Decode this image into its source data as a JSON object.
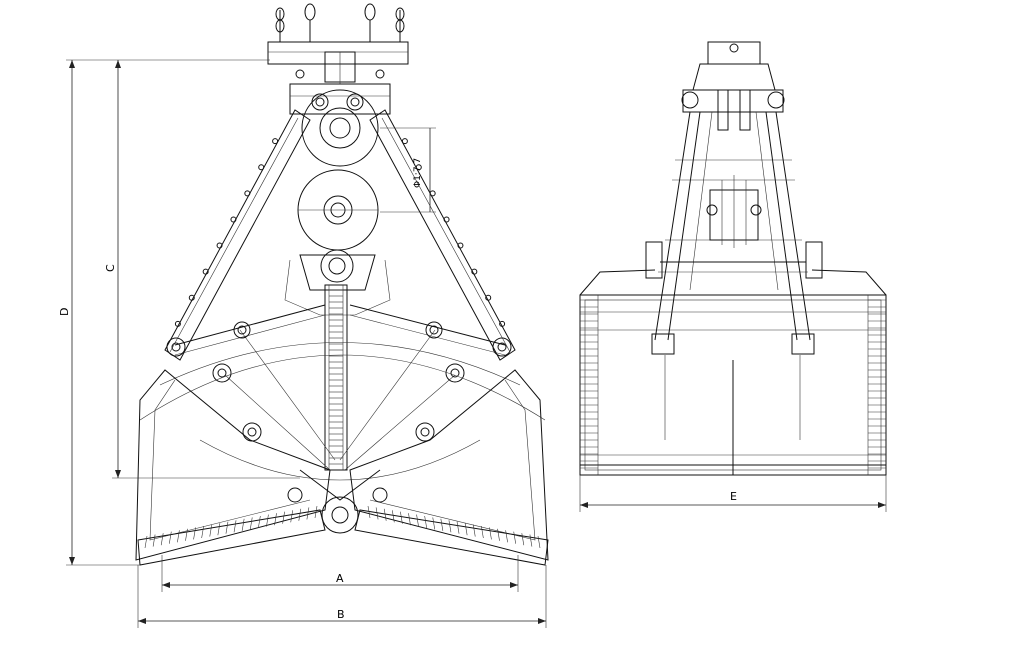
{
  "drawing": {
    "type": "technical-drawing",
    "subject": "clamshell grab bucket",
    "views": [
      "front",
      "side"
    ],
    "stroke_color": "#111111",
    "background": "#ffffff"
  },
  "dimensions": {
    "A": "A",
    "B": "B",
    "C": "C",
    "D": "D",
    "E": "E"
  },
  "annotations": {
    "note": "Φ1:7.7"
  }
}
